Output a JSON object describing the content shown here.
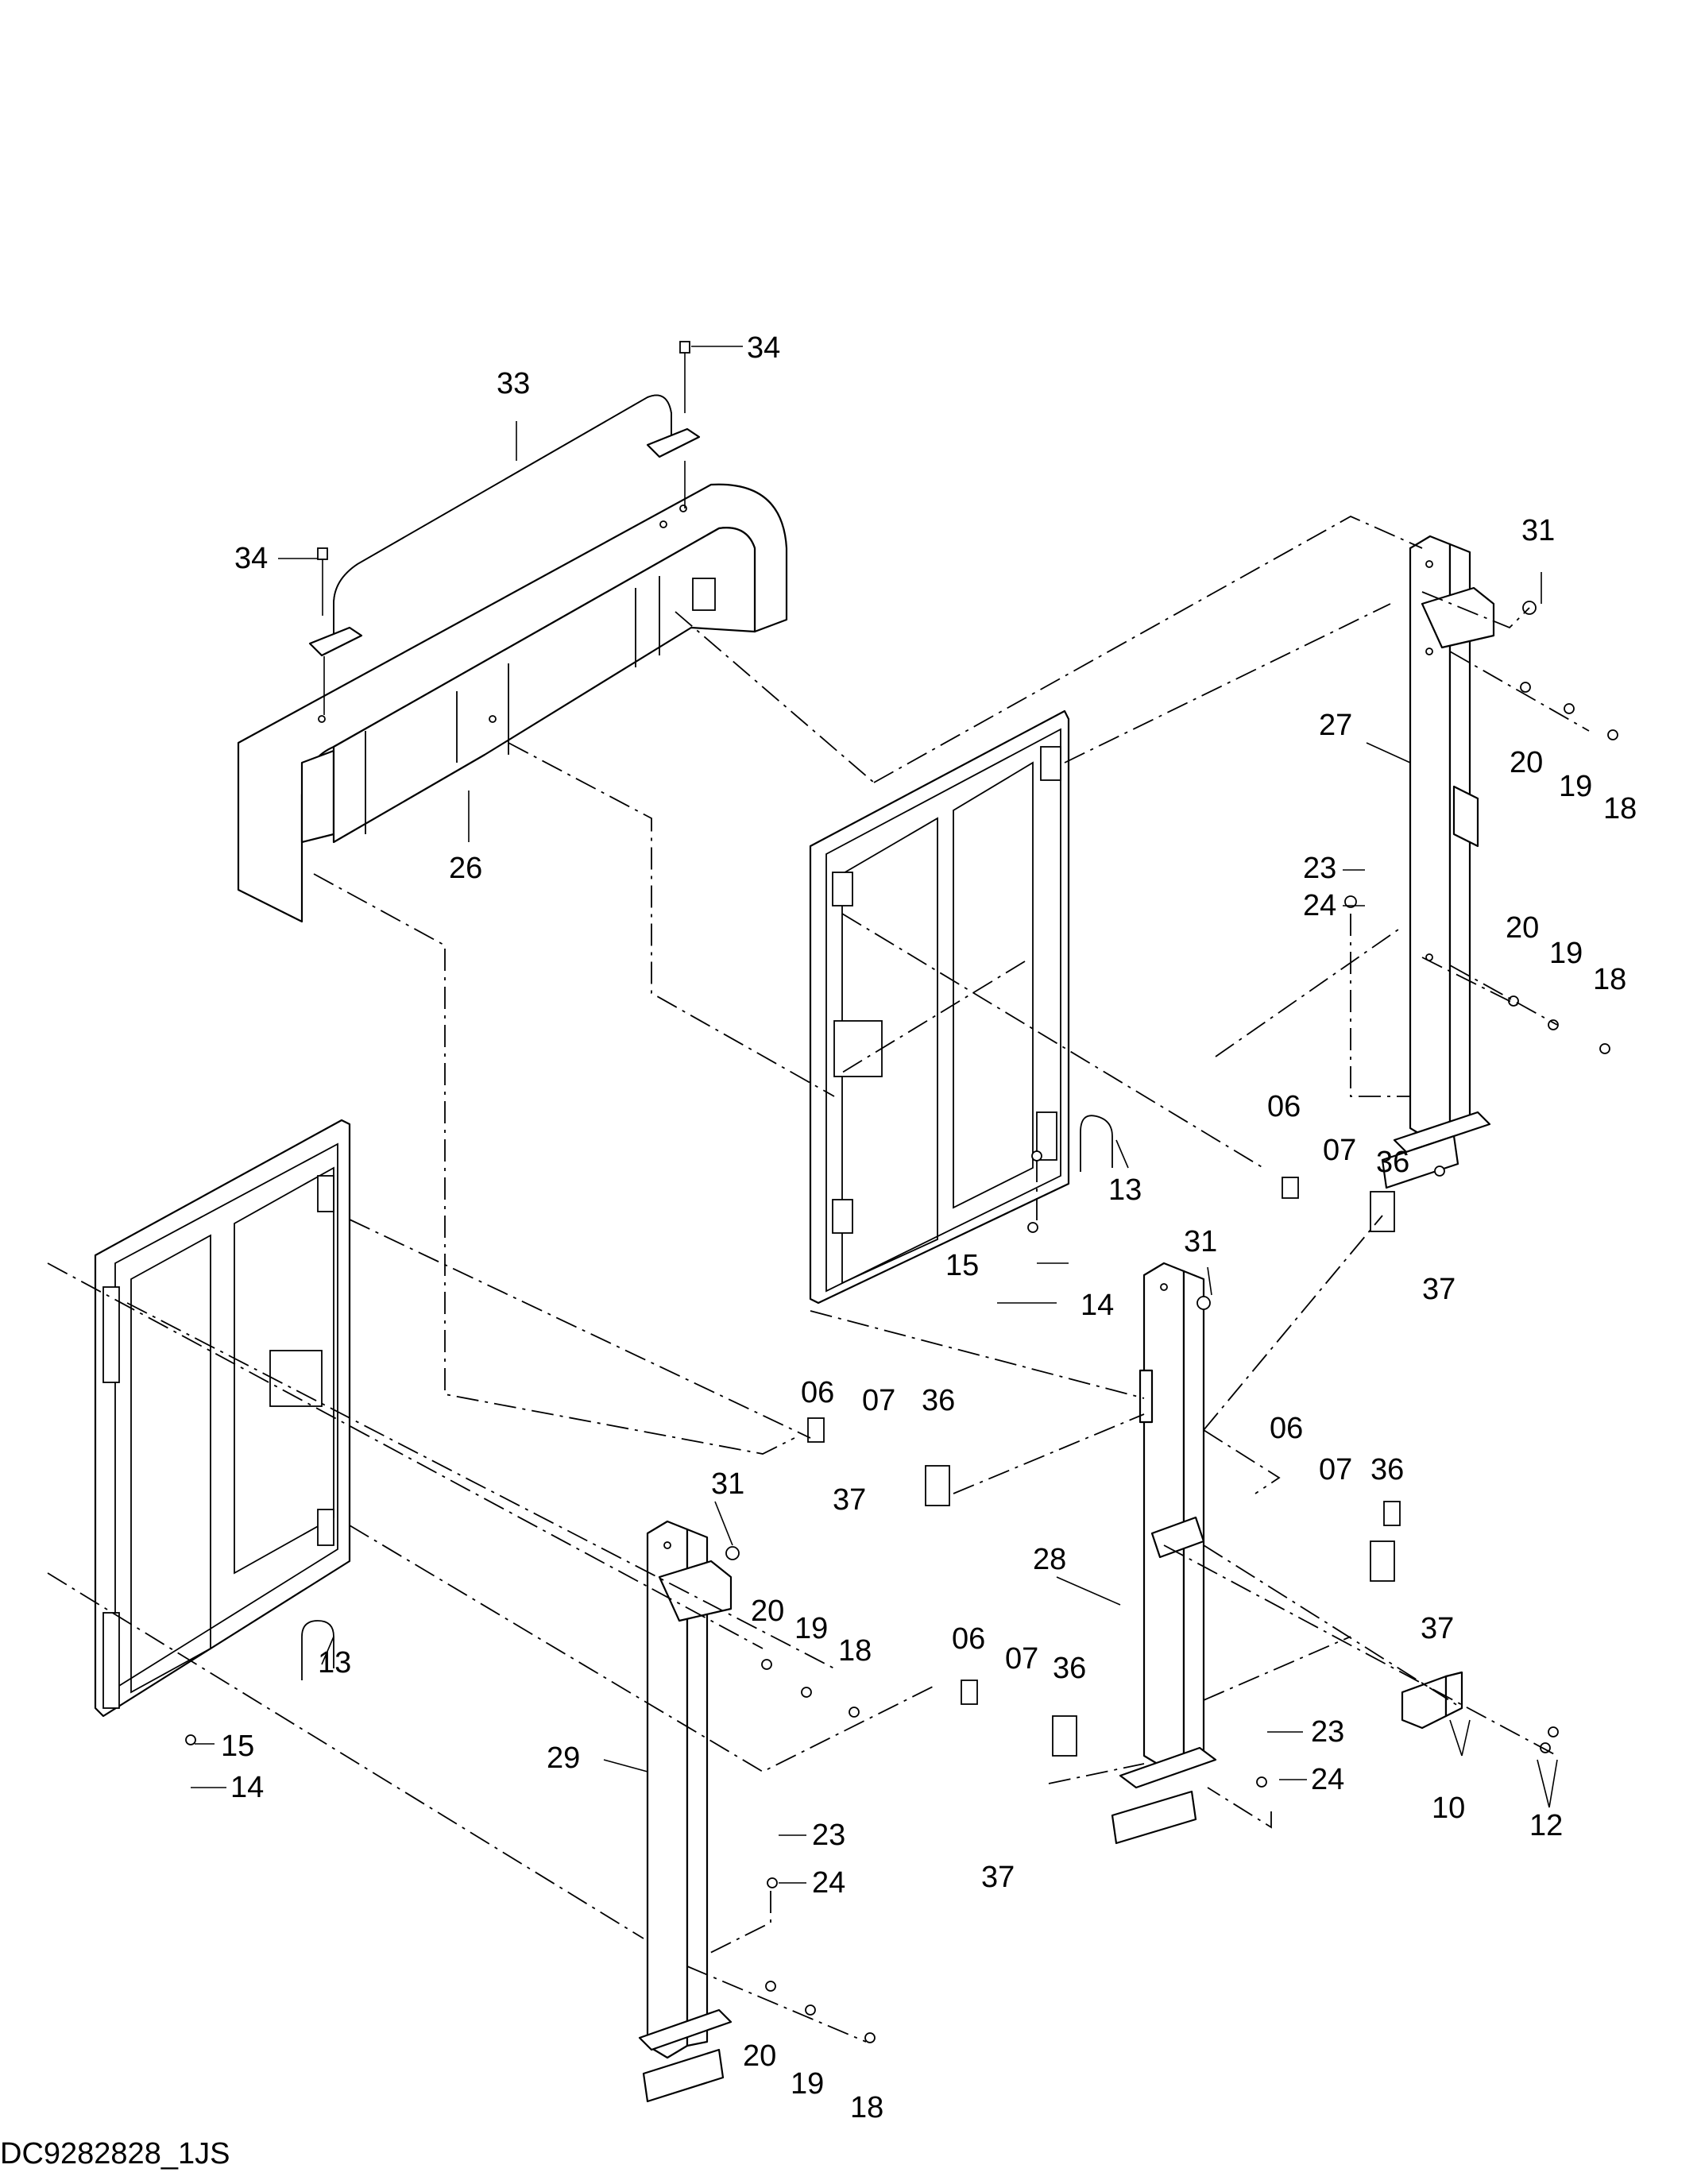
{
  "drawing_code": "DC9282828_1JS",
  "callouts": {
    "c34a": "34",
    "c34b": "34",
    "c33": "33",
    "c26": "26",
    "c31a": "31",
    "c27": "27",
    "c20a": "20",
    "c19a": "19",
    "c18a": "18",
    "c23a": "23",
    "c24a": "24",
    "c20b": "20",
    "c19b": "19",
    "c18b": "18",
    "c06a": "06",
    "c07a": "07",
    "c36a": "36",
    "c37a": "37",
    "c13a": "13",
    "c31b": "31",
    "c15a": "15",
    "c14a": "14",
    "c06b": "06",
    "c07b": "07",
    "c36b": "36",
    "c37b": "37",
    "c31c": "31",
    "c20c": "20",
    "c19c": "19",
    "c18c": "18",
    "c06c": "06",
    "c07c": "07",
    "c36c": "36",
    "c37c": "37",
    "c28": "28",
    "c06d": "06",
    "c07d": "07",
    "c36d": "36",
    "c23b": "23",
    "c24b": "24",
    "c10": "10",
    "c12": "12",
    "c37d": "37",
    "c13b": "13",
    "c15b": "15",
    "c14b": "14",
    "c29": "29",
    "c23c": "23",
    "c24c": "24",
    "c20d": "20",
    "c19d": "19",
    "c18d": "18"
  }
}
